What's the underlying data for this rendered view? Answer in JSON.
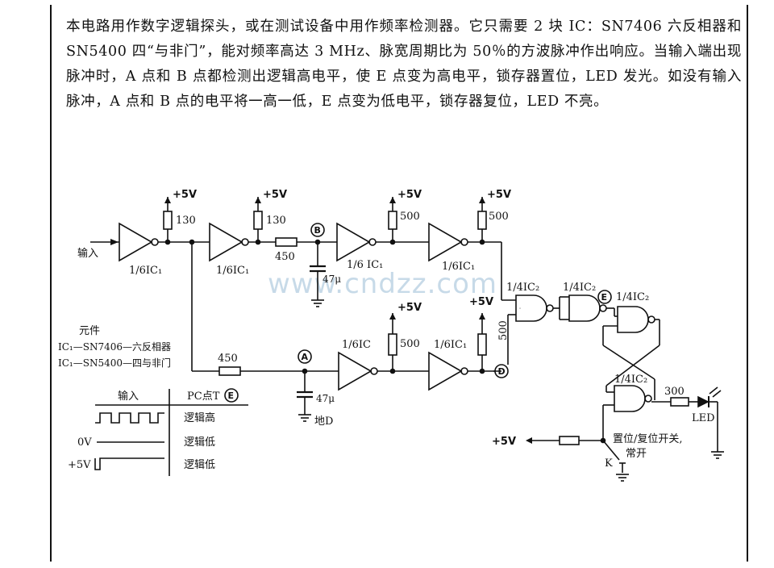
{
  "description": "本电路用作数字逻辑探头，或在测试设备中用作频率检测器。它只需要 2 块 IC：SN7406 六反相器和 SN5400 四“与非门”，能对频率高达 3 MHz、脉宽周期比为 50％的方波脉冲作出响应。当输入端出现脉冲时，A 点和 B 点都检测出逻辑高电平，使 E 点变为高电平，锁存器置位，LED 发光。如没有输入脉冲，A 点和 B 点的电平将一高一低，E 点变为低电平，锁存器复位，LED 不亮。",
  "watermark": "www.cndzz.com",
  "labels": {
    "input": "输入",
    "plus5v": "+5V",
    "r130": "130",
    "r450": "450",
    "r500": "500",
    "r300": "300",
    "inv_ic1": "1/6IC₁",
    "inv_ic1_b": "1/6 IC₁",
    "inv_ic": "1/6IC",
    "nand_ic2": "1/4IC₂",
    "cap_top": "47μ",
    "cap_bot": "47μ",
    "ground_d": "地D",
    "led": "LED",
    "switch": "置位/复位开关,",
    "switch2": "常开",
    "k": "K",
    "plus5v_arrow": "+5V"
  },
  "nodes": {
    "a": "A",
    "b": "B",
    "d": "D",
    "e": "E"
  },
  "components": {
    "title": "元件",
    "ic1": "IC₁—SN7406—六反相器",
    "ic2": "IC₁—SN5400—四与非门"
  },
  "table": {
    "header_input": "输入",
    "header_point": "PC点T",
    "header_e": "E",
    "row1": "逻辑高",
    "row2_in": "0V",
    "row2": "逻辑低",
    "row3_in": "+5V",
    "row3": "逻辑低"
  }
}
